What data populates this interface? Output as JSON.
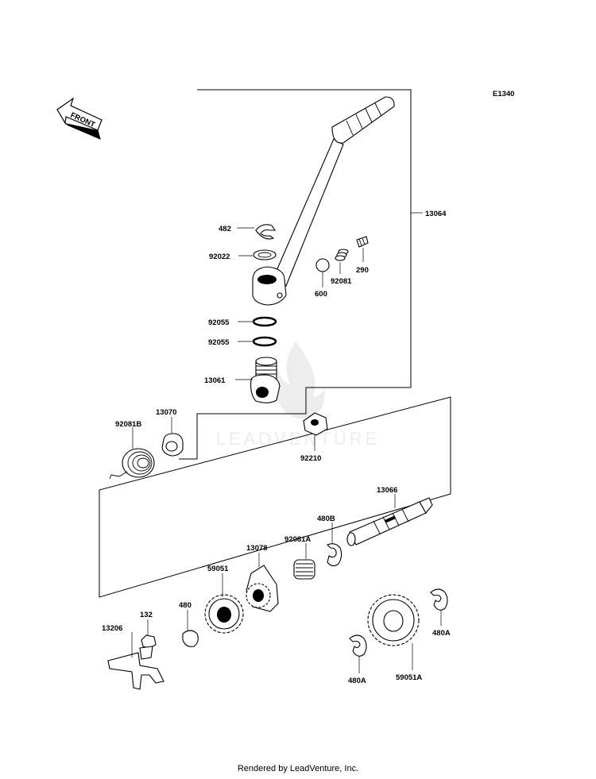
{
  "diagram_code": "E1340",
  "front_label": "FRONT",
  "watermark": "LEADVENTURE",
  "footer": "Rendered by LeadVenture, Inc.",
  "parts": {
    "p13064": "13064",
    "p482": "482",
    "p92022": "92022",
    "p92081": "92081",
    "p290": "290",
    "p600": "600",
    "p92055a": "92055",
    "p92055b": "92055",
    "p13061": "13061",
    "p92081B": "92081B",
    "p13070": "13070",
    "p92210": "92210",
    "p13066": "13066",
    "p480B": "480B",
    "p92081A": "92081A",
    "p13078": "13078",
    "p59051": "59051",
    "p480": "480",
    "p132": "132",
    "p13206": "13206",
    "p480A_right": "480A",
    "p480A_bottom": "480A",
    "p59051A": "59051A"
  }
}
